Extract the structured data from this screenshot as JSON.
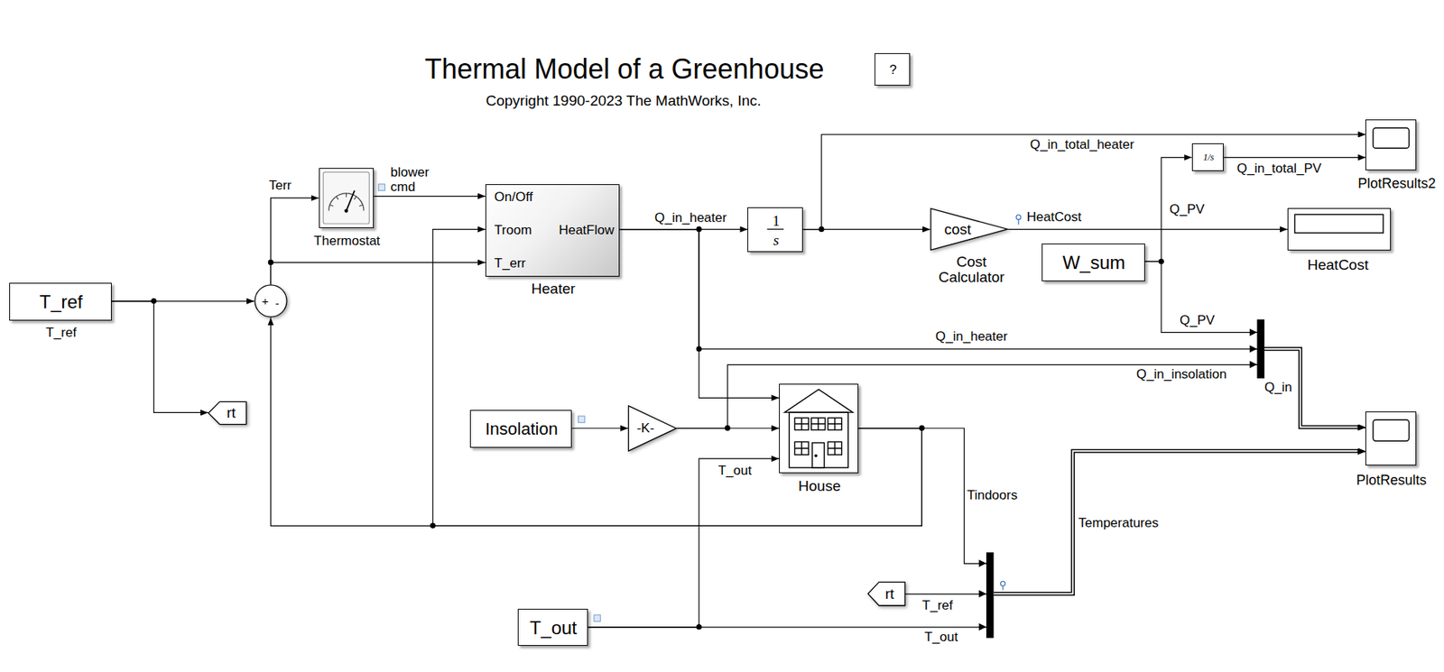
{
  "diagram": {
    "title": "Thermal Model of a Greenhouse",
    "caption": "Copyright 1990-2023 The MathWorks, Inc.",
    "nodes": [
      {
        "text": [
          "?"
        ]
      },
      {
        "text": [
          "T_ref",
          "T_ref"
        ]
      },
      {
        "text": [
          "+",
          "-"
        ]
      },
      {
        "text": [
          "Thermostat"
        ]
      },
      {
        "text": [
          "On/Off",
          "Troom",
          "T_err",
          "HeatFlow",
          "Heater"
        ]
      },
      {
        "text": [
          "1",
          "s"
        ]
      },
      {
        "text": [
          "cost",
          "Cost Calculator"
        ]
      },
      {
        "text": [
          "1/s"
        ]
      },
      {
        "text": [
          "PlotResults2"
        ]
      },
      {
        "text": [
          "W_sum"
        ]
      },
      {
        "text": [
          "HeatCost"
        ]
      },
      {
        "text": [
          "rt"
        ]
      },
      {
        "text": [
          "Insolation"
        ]
      },
      {
        "text": [
          "-K-"
        ]
      },
      {
        "text": [
          "House"
        ]
      },
      {
        "text": [
          "PlotResults"
        ]
      },
      {
        "text": [
          "rt"
        ]
      },
      {
        "text": [
          "T_out"
        ]
      }
    ],
    "edges": [
      {
        "from": 1,
        "to": 2,
        "arrow": "to"
      },
      {
        "from": 1,
        "to": 11,
        "arrow": "to"
      },
      {
        "from": 2,
        "to": 3,
        "label": "Terr",
        "arrow": "to"
      },
      {
        "from": 2,
        "to": 4,
        "arrow": "to"
      },
      {
        "from": 3,
        "to": 4,
        "label": "blower cmd",
        "arrow": "to"
      },
      {
        "from": 4,
        "to": 5,
        "label": "Q_in_heater",
        "arrow": "to"
      },
      {
        "from": 4,
        "to": 14,
        "arrow": "to"
      },
      {
        "from": 4,
        "to": 15,
        "label": "Q_in_heater",
        "arrow": "to"
      },
      {
        "from": 5,
        "to": 8,
        "label": "Q_in_total_heater",
        "arrow": "to"
      },
      {
        "from": 5,
        "to": 6,
        "arrow": "to"
      },
      {
        "from": 6,
        "to": 10,
        "label": "HeatCost",
        "arrow": "to"
      },
      {
        "from": 9,
        "to": 7,
        "label": "Q_PV",
        "arrow": "to"
      },
      {
        "from": 7,
        "to": 8,
        "label": "Q_in_total_PV",
        "arrow": "to"
      },
      {
        "from": 9,
        "to": 15,
        "label": "Q_PV",
        "arrow": "to"
      },
      {
        "from": 12,
        "to": 13,
        "arrow": "to"
      },
      {
        "from": 13,
        "to": 14,
        "arrow": "to"
      },
      {
        "from": 13,
        "to": 15,
        "label": "Q_in_insolation",
        "arrow": "to"
      },
      {
        "from": 14,
        "to": 2,
        "arrow": "to"
      },
      {
        "from": 14,
        "to": 4,
        "arrow": "to"
      },
      {
        "from": 14,
        "to": 15,
        "label": "Tindoors",
        "arrow": "to"
      },
      {
        "from": 16,
        "to": 15,
        "label": "T_ref",
        "arrow": "to"
      },
      {
        "from": 17,
        "to": 14,
        "label": "T_out",
        "arrow": "to"
      },
      {
        "from": 17,
        "to": 15,
        "label": "T_out",
        "arrow": "to"
      }
    ],
    "labels": [
      "Q_in",
      "Temperatures"
    ]
  }
}
